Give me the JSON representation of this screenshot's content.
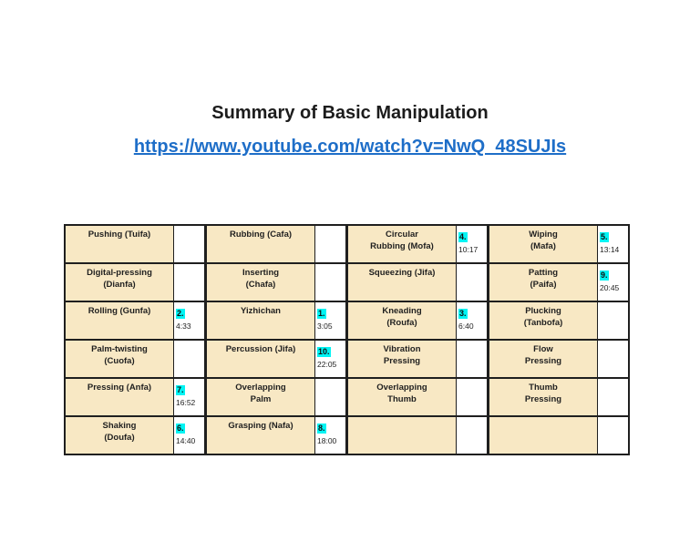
{
  "header": {
    "title": "Summary of Basic Manipulation",
    "link": "https://www.youtube.com/watch?v=NwQ_48SUJIs"
  },
  "colors": {
    "cell_bg": "#f8e8c4",
    "number_highlight": "#00f4f4",
    "link_blue": "#1e6ec8",
    "border": "#1f1f1f"
  },
  "table": {
    "rows": [
      {
        "cells": [
          {
            "label": "Pushing (Tuifa)",
            "num": "",
            "time": ""
          },
          {
            "label": "Rubbing (Cafa)",
            "num": "",
            "time": ""
          },
          {
            "label": "Circular\nRubbing (Mofa)",
            "num": "4.",
            "time": "10:17"
          },
          {
            "label": "Wiping\n(Mafa)",
            "num": "5.",
            "time": "13:14"
          }
        ]
      },
      {
        "cells": [
          {
            "label": "Digital-pressing\n(Dianfa)",
            "num": "",
            "time": ""
          },
          {
            "label": "Inserting\n(Chafa)",
            "num": "",
            "time": ""
          },
          {
            "label": "Squeezing (Jifa)",
            "num": "",
            "time": ""
          },
          {
            "label": "Patting\n(Paifa)",
            "num": "9.",
            "time": "20:45"
          }
        ]
      },
      {
        "cells": [
          {
            "label": "Rolling  (Gunfa)",
            "num": "2.",
            "time": "4:33"
          },
          {
            "label": "Yizhichan",
            "num": "1.",
            "time": "3:05"
          },
          {
            "label": "Kneading\n(Roufa)",
            "num": "3.",
            "time": "6:40"
          },
          {
            "label": "Plucking\n(Tanbofa)",
            "num": "",
            "time": ""
          }
        ]
      },
      {
        "cells": [
          {
            "label": "Palm-twisting\n(Cuofa)",
            "num": "",
            "time": ""
          },
          {
            "label": "Percussion (Jifa)",
            "num": "10.",
            "time": "22:05"
          },
          {
            "label": "Vibration\nPressing",
            "num": "",
            "time": ""
          },
          {
            "label": "Flow\nPressing",
            "num": "",
            "time": ""
          }
        ]
      },
      {
        "cells": [
          {
            "label": "Pressing (Anfa)",
            "num": "7.",
            "time": "16:52"
          },
          {
            "label": "Overlapping\nPalm",
            "num": "",
            "time": ""
          },
          {
            "label": "Overlapping\nThumb",
            "num": "",
            "time": ""
          },
          {
            "label": "Thumb\nPressing",
            "num": "",
            "time": ""
          }
        ]
      },
      {
        "cells": [
          {
            "label": "Shaking\n(Doufa)",
            "num": "6.",
            "time": "14:40"
          },
          {
            "label": "Grasping (Nafa)",
            "num": "8.",
            "time": "18:00"
          },
          {
            "label": "",
            "num": "",
            "time": ""
          },
          {
            "label": "",
            "num": "",
            "time": ""
          }
        ]
      }
    ]
  }
}
